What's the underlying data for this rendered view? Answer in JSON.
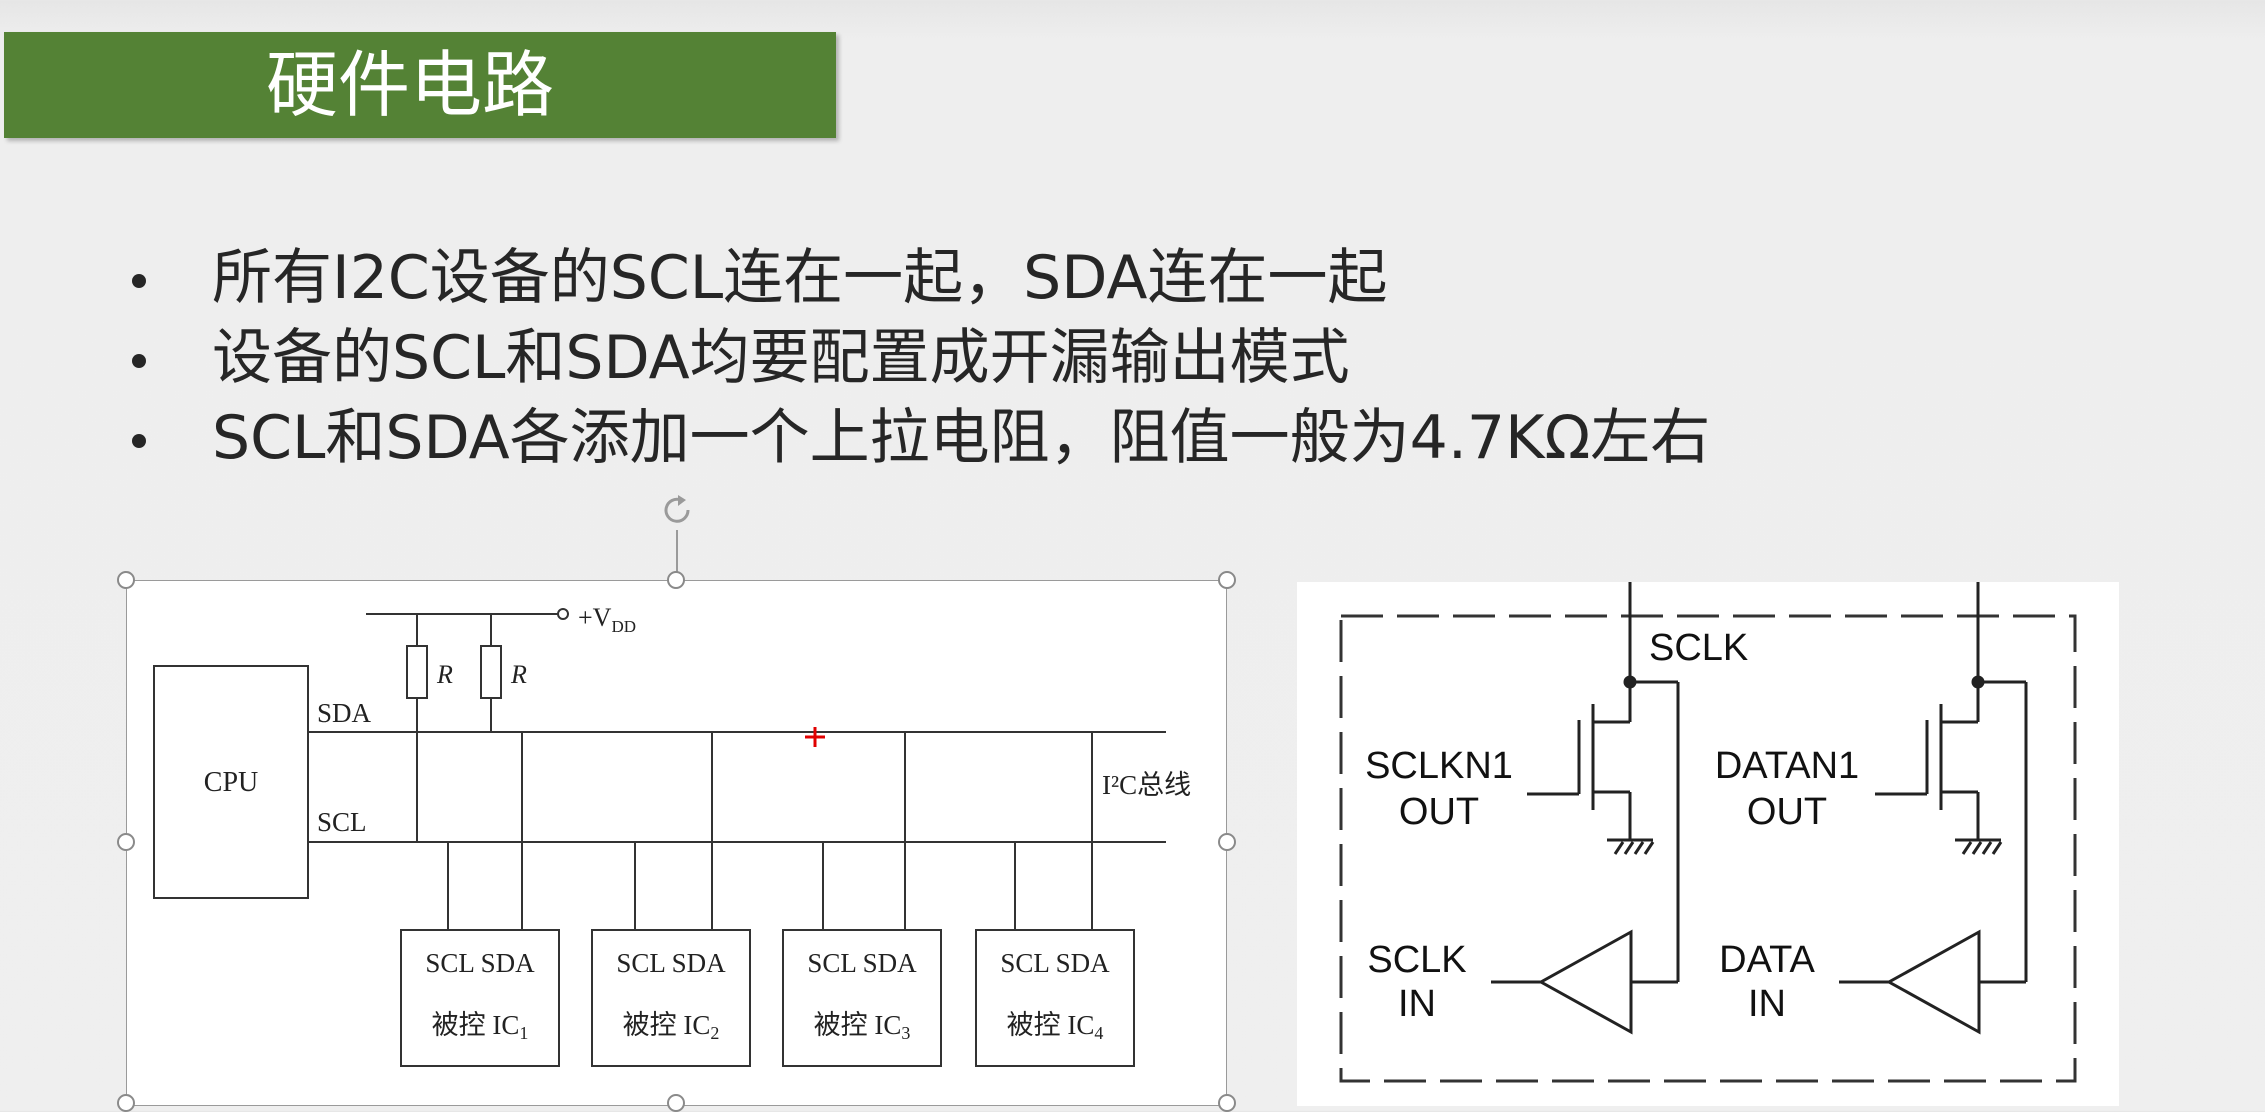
{
  "slide": {
    "title": "硬件电路",
    "bullets": [
      "所有I2C设备的SCL连在一起，SDA连在一起",
      "设备的SCL和SDA均要配置成开漏输出模式",
      "SCL和SDA各添加一个上拉电阻，阻值一般为4.7KΩ左右"
    ]
  },
  "bus_diagram": {
    "vdd_label": "+V",
    "vdd_sub": "DD",
    "resistor_label": "R",
    "cpu_label": "CPU",
    "sda_label": "SDA",
    "scl_label": "SCL",
    "bus_label": "I²C总线",
    "devices": [
      {
        "pins": "SCL SDA",
        "name": "被控 IC",
        "sub": "1"
      },
      {
        "pins": "SCL SDA",
        "name": "被控 IC",
        "sub": "2"
      },
      {
        "pins": "SCL SDA",
        "name": "被控 IC",
        "sub": "3"
      },
      {
        "pins": "SCL SDA",
        "name": "被控 IC",
        "sub": "4"
      }
    ]
  },
  "pin_diagram": {
    "sclk_label": "SCLK",
    "left_out": [
      "SCLKN1",
      "OUT"
    ],
    "left_in": [
      "SCLK",
      "IN"
    ],
    "right_out": [
      "DATAN1",
      "OUT"
    ],
    "right_in": [
      "DATA",
      "IN"
    ]
  },
  "colors": {
    "title_bar": "#548235",
    "title_text": "#ffffff",
    "body_text": "#262626",
    "cursor": "#e00000"
  }
}
